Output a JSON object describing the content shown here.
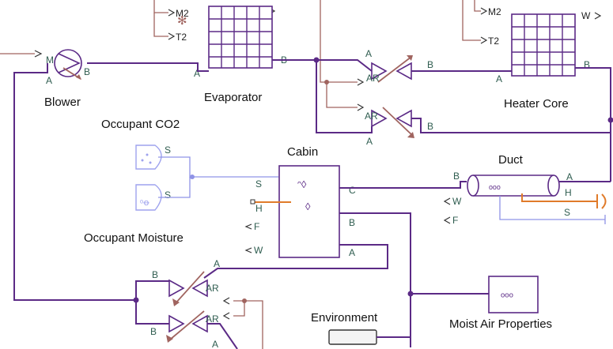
{
  "blocks": {
    "blower": "Blower",
    "evaporator": "Evaporator",
    "heater_core": "Heater Core",
    "occupant_co2": "Occupant CO2",
    "occupant_moisture": "Occupant Moisture",
    "cabin": "Cabin",
    "duct": "Duct",
    "environment": "Environment",
    "moist_air_properties": "Moist Air Properties"
  },
  "ports": {
    "m": "M",
    "a": "A",
    "b": "B",
    "c": "C",
    "h": "H",
    "s": "S",
    "f": "F",
    "w": "W",
    "ar": "AR",
    "m2": "M2",
    "t2": "T2"
  },
  "colors": {
    "physical_line": "#5b2a86",
    "signal_line": "#a0645f",
    "trace_line": "#8f93e6",
    "thermal_line": "#e07b2a"
  }
}
